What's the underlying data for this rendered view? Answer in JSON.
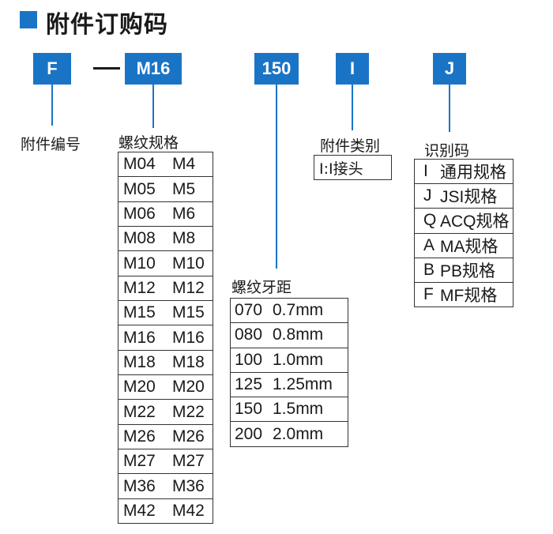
{
  "title": "附件订购码",
  "codes": {
    "f": "F",
    "dash": "—",
    "m16": "M16",
    "p150": "150",
    "i": "I",
    "j": "J"
  },
  "labels": {
    "accessory_no": "附件编号",
    "thread_spec": "螺纹规格",
    "thread_pitch": "螺纹牙距",
    "accessory_type": "附件类别",
    "id_code": "识别码"
  },
  "accessory_type_value": "I:I接头",
  "thread_rows": [
    [
      "M04",
      "M4"
    ],
    [
      "M05",
      "M5"
    ],
    [
      "M06",
      "M6"
    ],
    [
      "M08",
      "M8"
    ],
    [
      "M10",
      "M10"
    ],
    [
      "M12",
      "M12"
    ],
    [
      "M15",
      "M15"
    ],
    [
      "M16",
      "M16"
    ],
    [
      "M18",
      "M18"
    ],
    [
      "M20",
      "M20"
    ],
    [
      "M22",
      "M22"
    ],
    [
      "M26",
      "M26"
    ],
    [
      "M27",
      "M27"
    ],
    [
      "M36",
      "M36"
    ],
    [
      "M42",
      "M42"
    ]
  ],
  "pitch_rows": [
    [
      "070",
      "0.7mm"
    ],
    [
      "080",
      "0.8mm"
    ],
    [
      "100",
      "1.0mm"
    ],
    [
      "125",
      "1.25mm"
    ],
    [
      "150",
      "1.5mm"
    ],
    [
      "200",
      "2.0mm"
    ]
  ],
  "id_rows": [
    [
      "I",
      "通用规格"
    ],
    [
      "J",
      "JSI规格"
    ],
    [
      "Q",
      "ACQ规格"
    ],
    [
      "A",
      "MA规格"
    ],
    [
      "B",
      "PB规格"
    ],
    [
      "F",
      "MF规格"
    ]
  ],
  "colors": {
    "accent": "#1a74c6",
    "text": "#1a1a1a",
    "border": "#333333"
  }
}
